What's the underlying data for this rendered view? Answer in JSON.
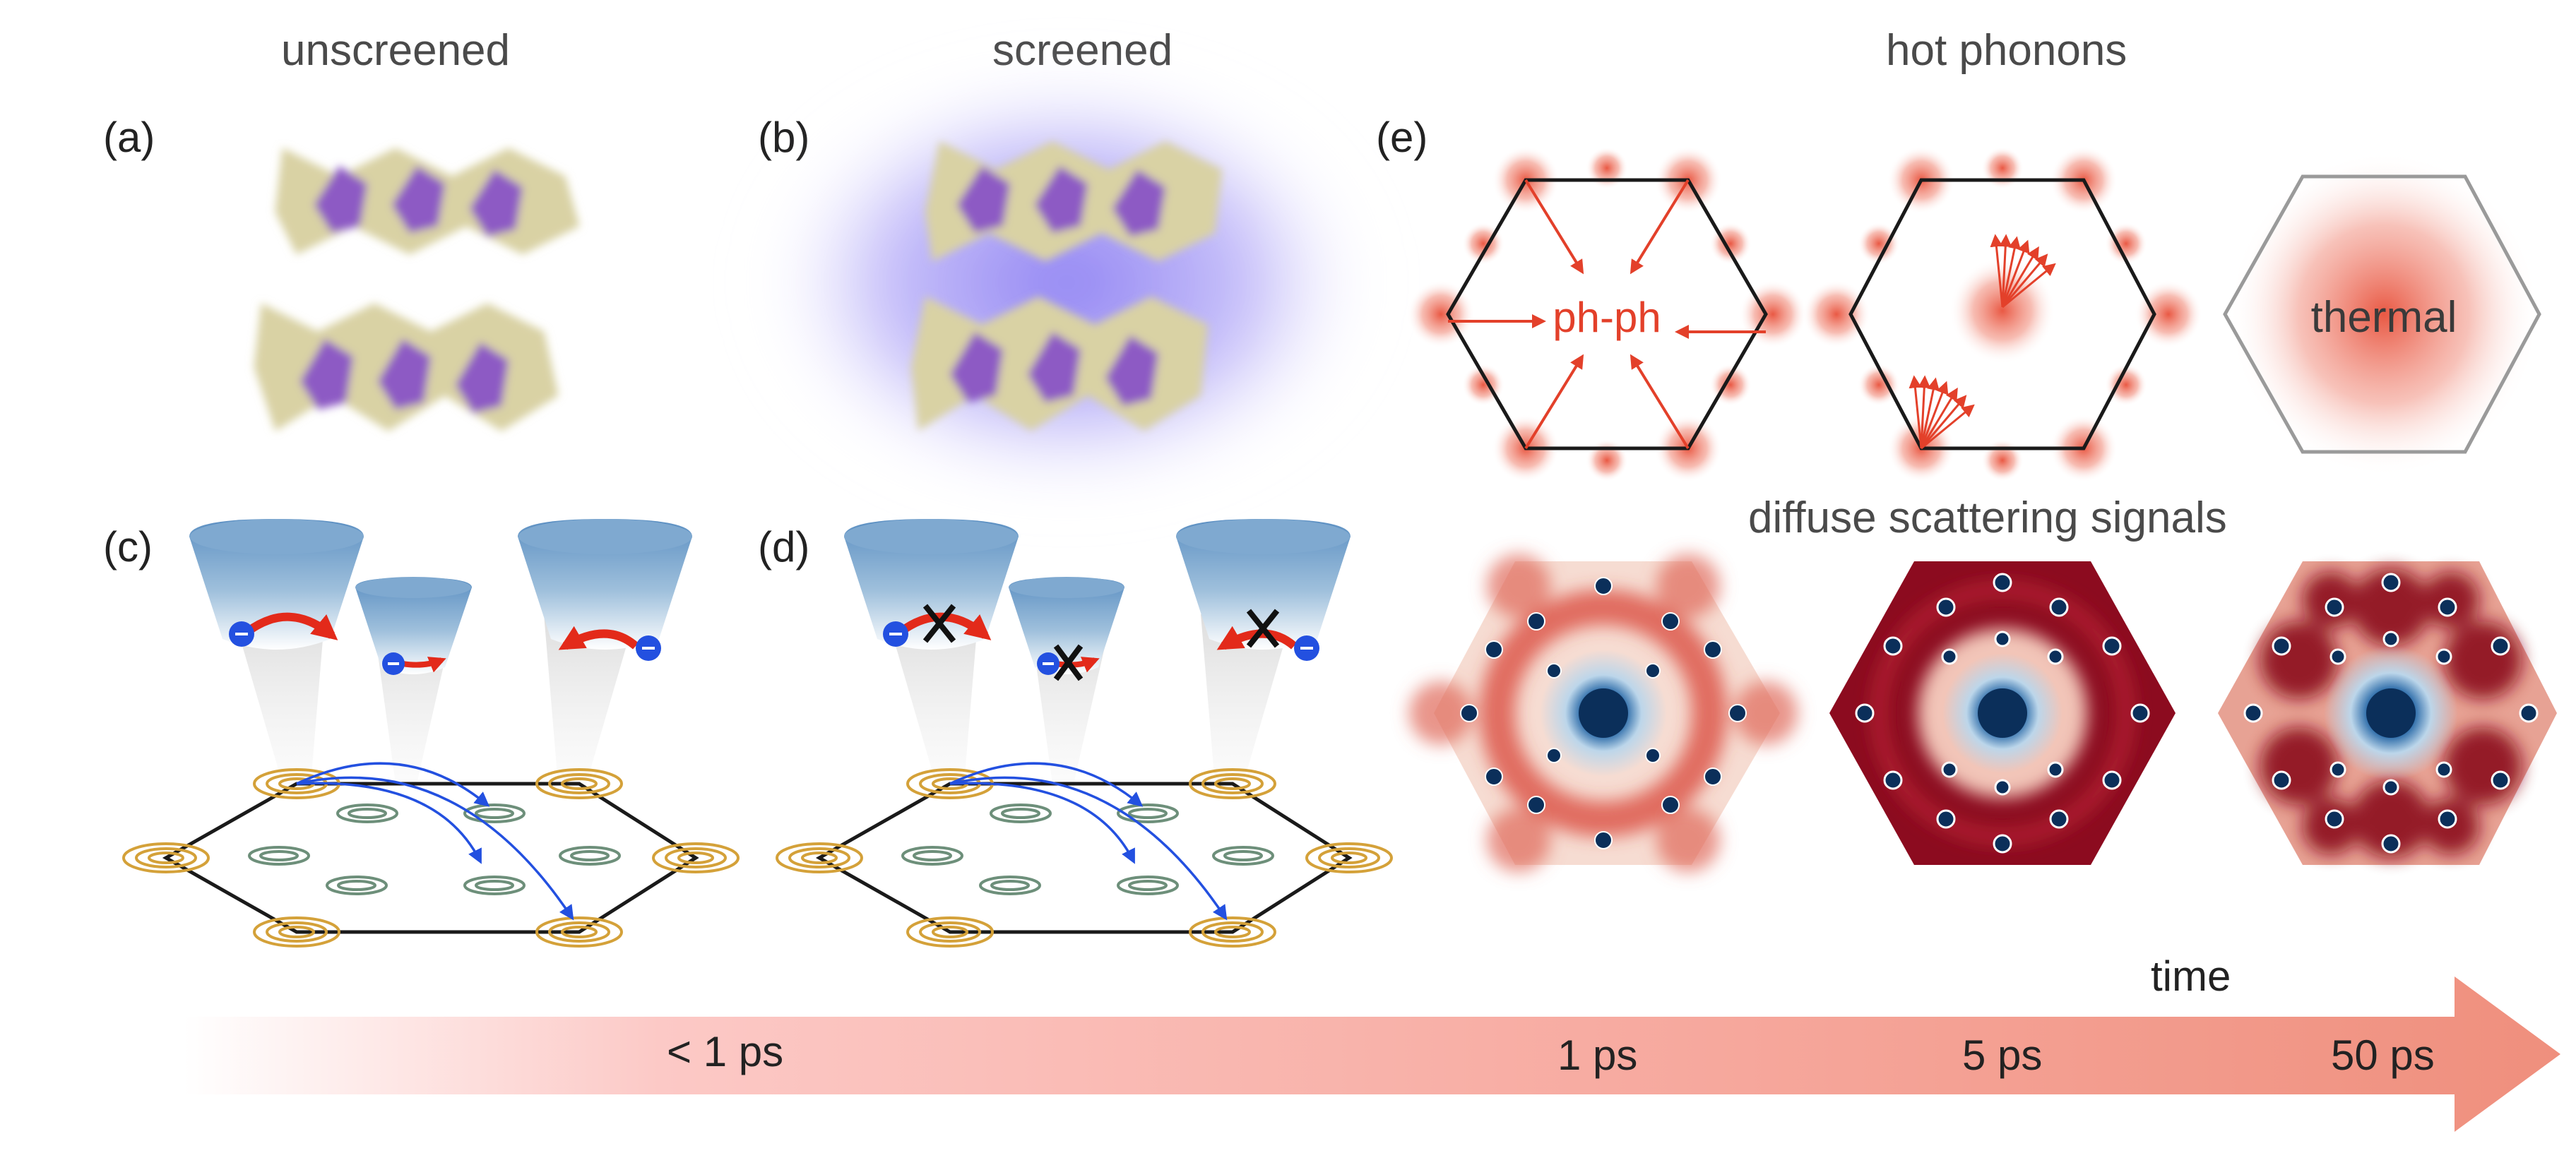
{
  "titles": {
    "unscreened": "unscreened",
    "screened": "screened",
    "hot_phonons": "hot phonons",
    "diffuse": "diffuse scattering signals"
  },
  "panel_labels": {
    "a": "(a)",
    "b": "(b)",
    "c": "(c)",
    "d": "(d)",
    "e": "(e)"
  },
  "annotations": {
    "ph_ph": "ph-ph",
    "thermal": "thermal"
  },
  "timeline": {
    "axis_label": "time",
    "ticks": [
      "< 1 ps",
      "1 ps",
      "5 ps",
      "50 ps"
    ]
  },
  "icons": [
    "electron-icon",
    "blocked-cross-icon"
  ],
  "colors": {
    "arrow_red": "#e3402a",
    "crystal_purple": "#8d5ac4",
    "crystal_tan": "#d9d2a4",
    "ring_gold": "#d4a139",
    "ring_green": "#6d8f7a",
    "scatter_blue": "#2350e0",
    "bz_edge": "#1a1a1a",
    "dark_red": "#8c0b1f",
    "spot_navy": "#0b2f5a"
  }
}
